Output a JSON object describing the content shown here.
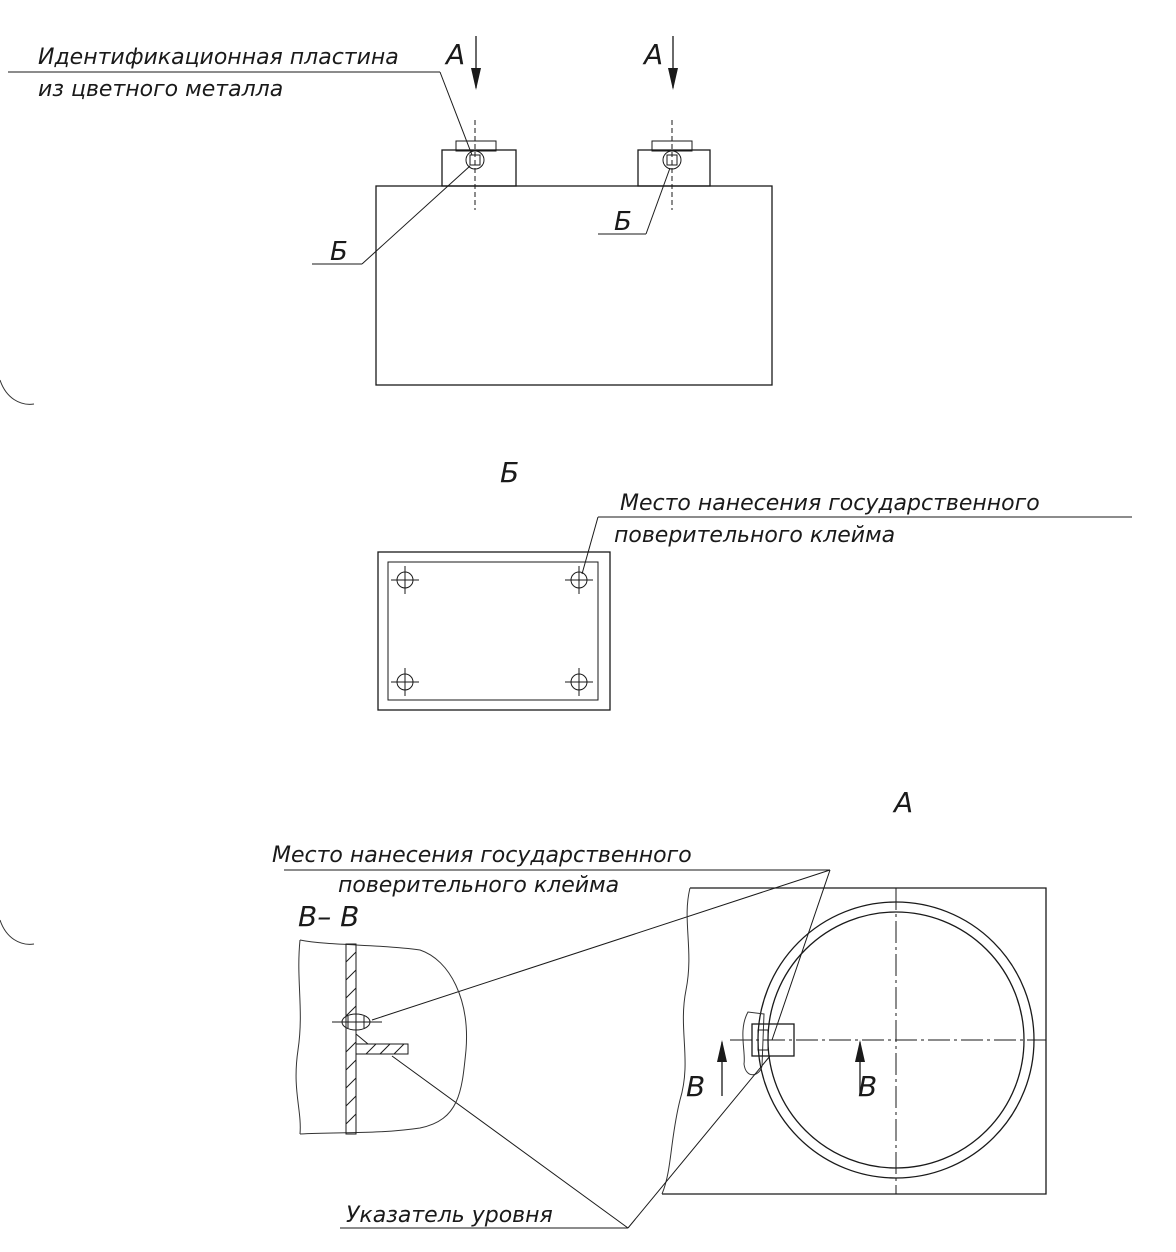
{
  "top_view": {
    "plate_label_line1": "Идентификационная пластина",
    "plate_label_line2": "из цветного металла",
    "arrow_a_left": "А",
    "arrow_a_right": "А",
    "callout_b_left": "Б",
    "callout_b_right": "Б"
  },
  "detail_b": {
    "title": "Б",
    "stamp_label_line1": "Место нанесения государственного",
    "stamp_label_line2": "поверительного клейма"
  },
  "detail_a": {
    "title": "А",
    "stamp_label_line1": "Место нанесения государственного",
    "stamp_label_line2": "поверительного клейма",
    "section_title": "В– В",
    "section_mark_left": "В",
    "section_mark_right": "В",
    "level_label": "Указатель уровня"
  }
}
